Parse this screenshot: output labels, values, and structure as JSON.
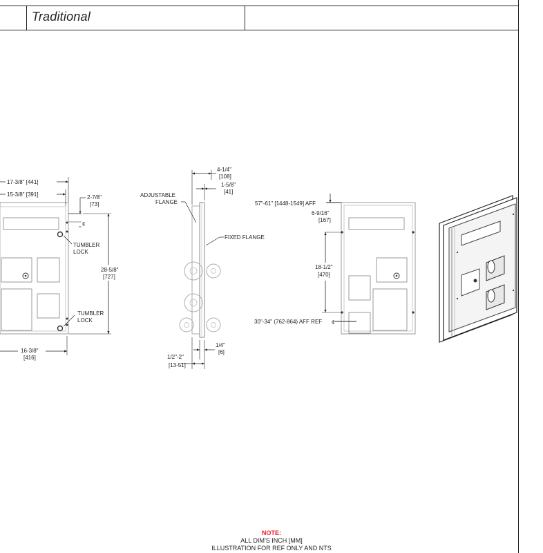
{
  "header": {
    "style_name": "Traditional"
  },
  "front_view": {
    "dim_overall_width": "17-3/8\" [441]",
    "dim_inner_width": "15-3/8\" [391]",
    "dim_top_offset": "2-7/8\"",
    "dim_top_offset_mm": "[73]",
    "centerline_symbol": "¢",
    "dim_height": "28-5/8\"",
    "dim_height_mm": "[727]",
    "tumbler_lock_upper": [
      "TUMBLER",
      "LOCK"
    ],
    "tumbler_lock_lower": [
      "TUMBLER",
      "LOCK"
    ],
    "dim_bottom_width": "16-3/8\"",
    "dim_bottom_width_mm": "[416]"
  },
  "side_view": {
    "dim_depth": "4-1/4\"",
    "dim_depth_mm": "[108]",
    "dim_flange": "1-5/8\"",
    "dim_flange_mm": "[41]",
    "label_adjustable": [
      "ADJUSTABLE",
      "FLANGE"
    ],
    "label_fixed": "FIXED FLANGE",
    "dim_wall": "1/4\"",
    "dim_wall_mm": "[6]",
    "dim_range": "1/2\"-2\"",
    "dim_range_mm": "[13-51]"
  },
  "mounting_view": {
    "dim_top_aff": "57\"-61\" [1448-1549] AFF",
    "dim_upper": "6-9/16\"",
    "dim_upper_mm": "[167]",
    "dim_mid": "18-1/2\"",
    "dim_mid_mm": "[470]",
    "dim_bottom_aff": "30\"-34\" (762-864) AFF REF",
    "centerline_symbol": "¢"
  },
  "note": {
    "title": "NOTE:",
    "line1": "ALL DIM'S INCH [MM]",
    "line2": "ILLUSTRATION FOR REF ONLY AND NTS"
  }
}
